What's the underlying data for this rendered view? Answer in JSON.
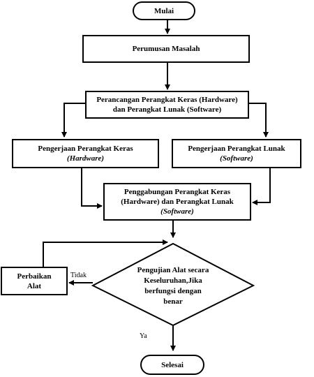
{
  "start": "Mulai",
  "steps": {
    "problem": "Perumusan Masalah",
    "design_l1": "Perancangan Perangkat Keras (Hardware)",
    "design_l2": "dan Perangkat Lunak (Software)",
    "hw_l1": "Pengerjaan Perangkat Keras",
    "hw_l2": "(Hardware)",
    "sw_l1": "Pengerjaan Perangkat Lunak",
    "sw_l2": "(Software)",
    "merge_l1": "Penggabungan Perangkat Keras",
    "merge_l2": "(Hardware) dan Perangkat Lunak",
    "merge_l3": "(Software)",
    "fix_l1": "Perbaikan",
    "fix_l2": "Alat"
  },
  "decision": {
    "l1": "Pengujian Alat secara",
    "l2": "Keseluruhan,Jika",
    "l3": "berfungsi dengan",
    "l4": "benar",
    "no_label": "Tidak",
    "yes_label": "Ya"
  },
  "end": "Selesai"
}
